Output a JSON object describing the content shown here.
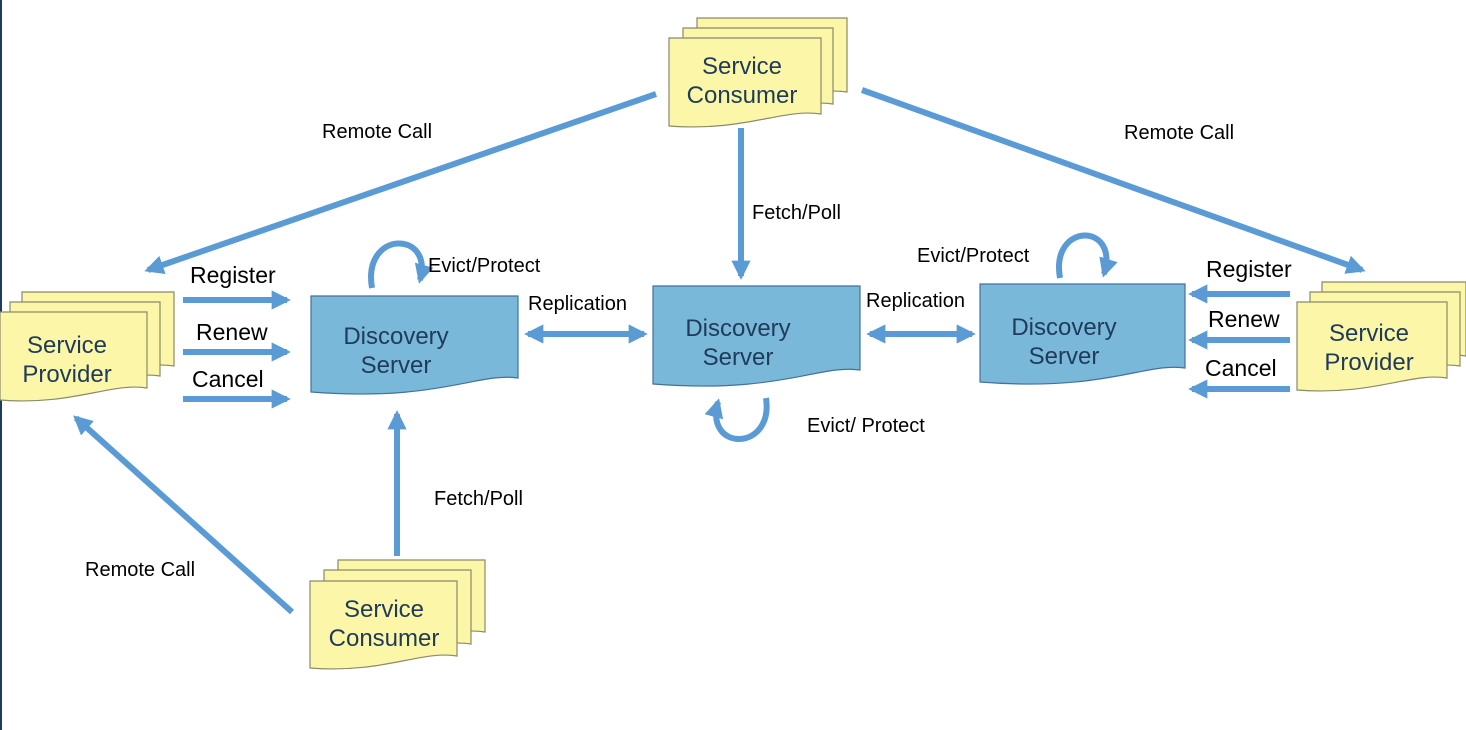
{
  "colors": {
    "arrow": "#5b9bd5",
    "server_fill": "#7ab8d9",
    "server_stroke": "#41719c",
    "server_text": "#1f3b5a",
    "doc_fill": "#fbf6a8",
    "doc_stroke": "#8a8a6a",
    "doc_text": "#1f3b5a",
    "left_border": "#1f3a5a"
  },
  "nodes": {
    "consumer_top": {
      "line1": "Service",
      "line2": "Consumer"
    },
    "consumer_bottom": {
      "line1": "Service",
      "line2": "Consumer"
    },
    "provider_left": {
      "line1": "Service",
      "line2": "Provider"
    },
    "provider_right": {
      "line1": "Service",
      "line2": "Provider"
    },
    "server_left": {
      "line1": "Discovery",
      "line2": "Server"
    },
    "server_center": {
      "line1": "Discovery",
      "line2": "Server"
    },
    "server_right": {
      "line1": "Discovery",
      "line2": "Server"
    }
  },
  "labels": {
    "remote_call_top_left": "Remote Call",
    "remote_call_top_right": "Remote Call",
    "remote_call_bottom_left": "Remote Call",
    "fetch_poll_center": "Fetch/Poll",
    "fetch_poll_bottom": "Fetch/Poll",
    "evict_protect_left": "Evict/Protect",
    "evict_protect_right": "Evict/Protect",
    "evict_protect_center": "Evict/ Protect",
    "replication_left": "Replication",
    "replication_right": "Replication",
    "register_left": "Register",
    "renew_left": "Renew",
    "cancel_left": "Cancel",
    "register_right": "Register",
    "renew_right": "Renew",
    "cancel_right": "Cancel"
  }
}
